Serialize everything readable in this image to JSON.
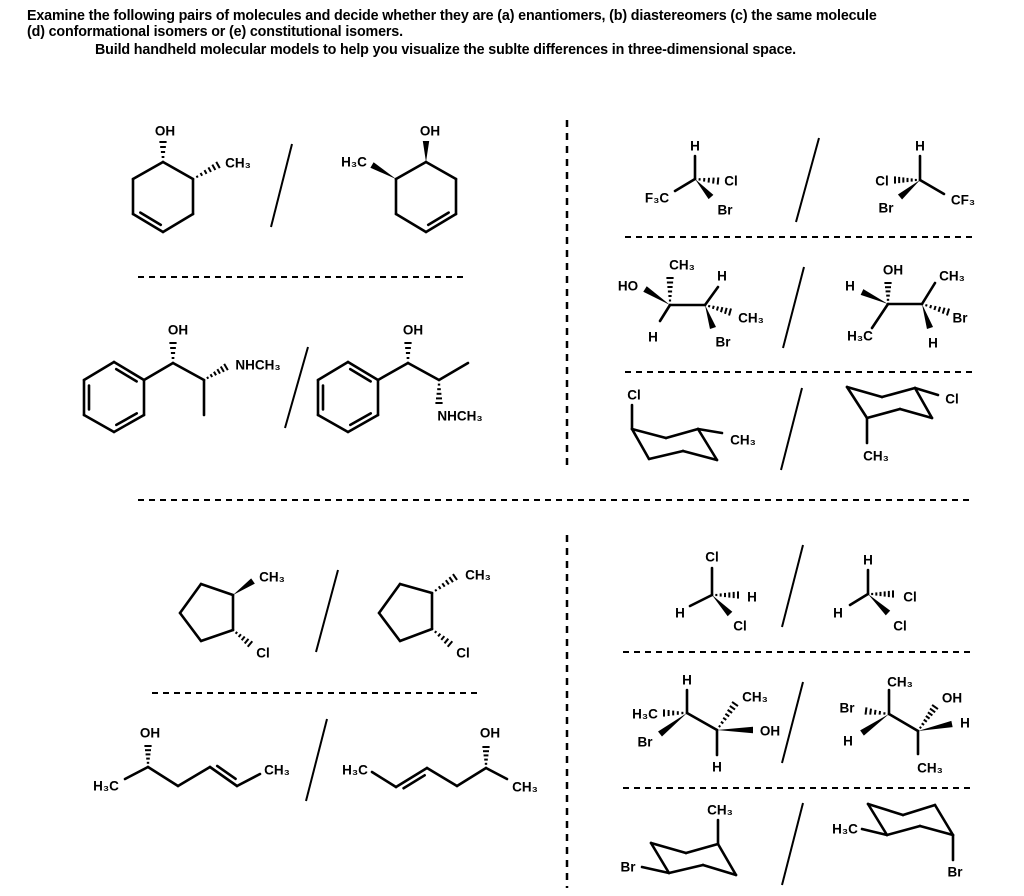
{
  "header": {
    "line1": "Examine the following pairs of molecules and decide whether they are (a) enantiomers, (b) diastereomers (c) the same molecule",
    "line2": "(d) conformational isomers or (e) constitutional isomers.",
    "line3": "Build handheld molecular models to help you visualize the sublte differences in three-dimensional space."
  },
  "pair_separator": "/",
  "molecules": [
    {
      "labels": [
        "OH",
        "CH₃"
      ]
    },
    {
      "labels": [
        "OH",
        "H₃C"
      ]
    },
    {
      "labels": [
        "OH",
        "NHCH₃"
      ]
    },
    {
      "labels": [
        "OH",
        "NHCH₃"
      ]
    },
    {
      "labels": [
        "H",
        "F₃C",
        "Cl",
        "Br"
      ]
    },
    {
      "labels": [
        "H",
        "Cl",
        "Br",
        "CF₃"
      ]
    },
    {
      "labels": [
        "CH₃",
        "HO",
        "H",
        "H",
        "CH₃",
        "Br"
      ]
    },
    {
      "labels": [
        "OH",
        "H",
        "H₃C",
        "CH₃",
        "Br",
        "H"
      ]
    },
    {
      "labels": [
        "Cl",
        "CH₃"
      ]
    },
    {
      "labels": [
        "Cl",
        "CH₃"
      ]
    },
    {
      "labels": [
        "CH₃",
        "Cl"
      ]
    },
    {
      "labels": [
        "CH₃",
        "Cl"
      ]
    },
    {
      "labels": [
        "OH",
        "H₃C",
        "CH₃"
      ]
    },
    {
      "labels": [
        "H₃C",
        "OH",
        "CH₃"
      ]
    },
    {
      "labels": [
        "Cl",
        "H",
        "H",
        "Cl"
      ]
    },
    {
      "labels": [
        "H",
        "Cl",
        "H",
        "Cl"
      ]
    },
    {
      "labels": [
        "H",
        "H₃C",
        "Br",
        "CH₃",
        "OH",
        "H"
      ]
    },
    {
      "labels": [
        "CH₃",
        "Br",
        "H",
        "OH",
        "H",
        "CH₃"
      ]
    },
    {
      "labels": [
        "CH₃",
        "Br"
      ]
    },
    {
      "labels": [
        "H₃C",
        "Br"
      ]
    }
  ]
}
